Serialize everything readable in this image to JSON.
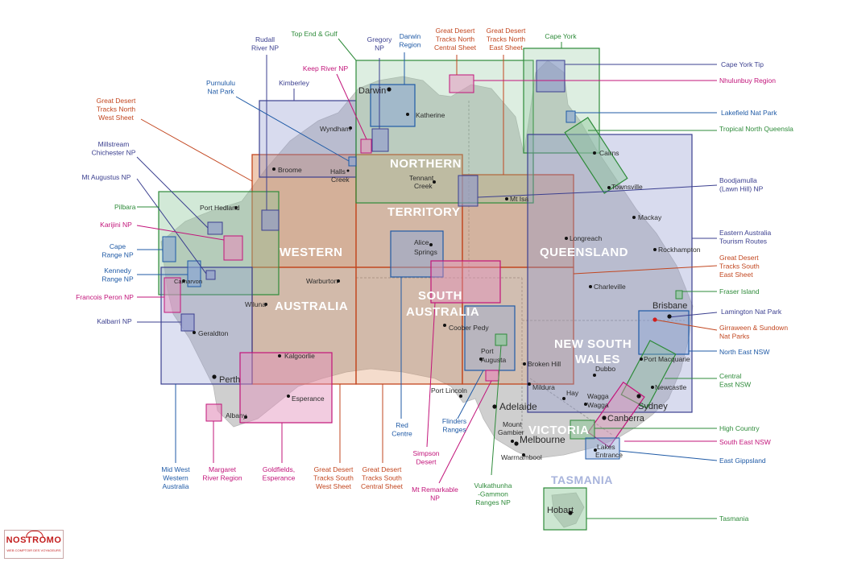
{
  "map": {
    "states": [
      "WESTERN",
      "AUSTRALIA",
      "NORTHERN",
      "TERRITORY",
      "QUEENSLAND",
      "SOUTH",
      "AUSTRALIA",
      "NEW SOUTH",
      "WALES",
      "VICTORIA",
      "TASMANIA"
    ],
    "cities": [
      "Darwin",
      "Katherine",
      "Wyndham",
      "Broome",
      "Halls",
      "Creek",
      "Tennant",
      "Creek",
      "Mt Isa",
      "Cairns",
      "Townsville",
      "Mackay",
      "Port Hedland",
      "Alice",
      "Springs",
      "Longreach",
      "Rockhampton",
      "Carnarvon",
      "Warburton",
      "Charleville",
      "Wiluna",
      "Brisbane",
      "Geraldton",
      "Kalgoorlie",
      "Coober Pedy",
      "Port",
      "Augusta",
      "Broken Hill",
      "Dubbo",
      "Port Macquarie",
      "Newcastle",
      "Perth",
      "Esperance",
      "Mildura",
      "Hay",
      "Wagga",
      "Wagga",
      "Port Lincoln",
      "Adelaide",
      "Sydney",
      "Canberra",
      "Albany",
      "Mount",
      "Gambier",
      "Melbourne",
      "Lakes",
      "Entrance",
      "Warrnambool",
      "Hobart"
    ],
    "regions": [
      {
        "label": "Rudall\nRiver NP",
        "color": "#3b3f8f"
      },
      {
        "label": "Top End & Gulf",
        "color": "#2e8b3a"
      },
      {
        "label": "Gregory\nNP",
        "color": "#3b3f8f"
      },
      {
        "label": "Darwin\nRegion",
        "color": "#1f5aa6"
      },
      {
        "label": "Great Desert\nTracks North\nCentral Sheet",
        "color": "#c2461f"
      },
      {
        "label": "Great Desert\nTracks North\nEast Sheet",
        "color": "#c2461f"
      },
      {
        "label": "Cape York",
        "color": "#2e8b3a"
      },
      {
        "label": "Keep River NP",
        "color": "#c2147a"
      },
      {
        "label": "Kimberley",
        "color": "#3b3f8f"
      },
      {
        "label": "Purnululu\nNat Park",
        "color": "#1f5aa6"
      },
      {
        "label": "Great Desert\nTracks North\nWest Sheet",
        "color": "#c2461f"
      },
      {
        "label": "Millstream\nChichester NP",
        "color": "#3b3f8f"
      },
      {
        "label": "Mt Augustus NP",
        "color": "#3b3f8f"
      },
      {
        "label": "Pilbara",
        "color": "#2e8b3a"
      },
      {
        "label": "Karijini NP",
        "color": "#c2147a"
      },
      {
        "label": "Cape\nRange NP",
        "color": "#1f5aa6"
      },
      {
        "label": "Kennedy\nRange NP",
        "color": "#1f5aa6"
      },
      {
        "label": "Francois Peron NP",
        "color": "#c2147a"
      },
      {
        "label": "Kalbarri NP",
        "color": "#3b3f8f"
      },
      {
        "label": "Cape York Tip",
        "color": "#3b3f8f"
      },
      {
        "label": "Nhulunbuy Region",
        "color": "#c2147a"
      },
      {
        "label": "Lakefield Nat Park",
        "color": "#1f5aa6"
      },
      {
        "label": "Tropical North Queensla",
        "color": "#2e8b3a"
      },
      {
        "label": "Boodjamulla\n(Lawn Hill) NP",
        "color": "#3b3f8f"
      },
      {
        "label": "Eastern Australia\nTourism Routes",
        "color": "#3b3f8f"
      },
      {
        "label": "Great Desert\nTracks South\nEast Sheet",
        "color": "#c2461f"
      },
      {
        "label": "Fraser Island",
        "color": "#2e8b3a"
      },
      {
        "label": "Lamington Nat Park",
        "color": "#3b3f8f"
      },
      {
        "label": "Girraween & Sundown\nNat Parks",
        "color": "#c2461f"
      },
      {
        "label": "North East NSW",
        "color": "#1f5aa6"
      },
      {
        "label": "Central\nEast NSW",
        "color": "#2e8b3a"
      },
      {
        "label": "High Country",
        "color": "#2e8b3a"
      },
      {
        "label": "South East NSW",
        "color": "#c2147a"
      },
      {
        "label": "East Gippsland",
        "color": "#1f5aa6"
      },
      {
        "label": "Tasmania",
        "color": "#2e8b3a"
      },
      {
        "label": "Mid West\nWestern\nAustralia",
        "color": "#1f5aa6"
      },
      {
        "label": "Margaret\nRiver Region",
        "color": "#c2147a"
      },
      {
        "label": "Goldfields,\nEsperance",
        "color": "#c2147a"
      },
      {
        "label": "Great Desert\nTracks South\nWest Sheet",
        "color": "#c2461f"
      },
      {
        "label": "Great Desert\nTracks South\nCentral Sheet",
        "color": "#c2461f"
      },
      {
        "label": "Red\nCentre",
        "color": "#1f5aa6"
      },
      {
        "label": "Simpson\nDesert",
        "color": "#c2147a"
      },
      {
        "label": "Flinders\nRanges",
        "color": "#1f5aa6"
      },
      {
        "label": "Mt Remarkable\nNP",
        "color": "#c2147a"
      },
      {
        "label": "Vulkathunha\n-Gammon\nRanges NP",
        "color": "#2e8b3a"
      }
    ]
  },
  "logo": {
    "name": "NOSTROMO",
    "tagline": "WEB COMPTOIR DES VOYAGEURS"
  }
}
